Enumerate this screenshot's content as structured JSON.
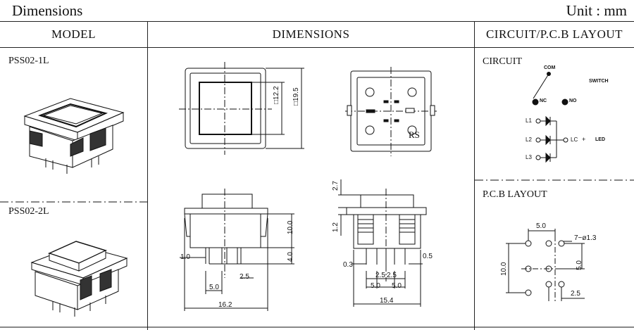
{
  "header": {
    "title": "Dimensions",
    "unit": "Unit : mm"
  },
  "columns": {
    "model": "MODEL",
    "dimensions": "DIMENSIONS",
    "layout": "CIRCUIT/P.C.B  LAYOUT"
  },
  "models": [
    {
      "name": "PSS02-1L"
    },
    {
      "name": "PSS02-2L"
    }
  ],
  "circuit": {
    "title": "CIRCUIT",
    "com": "COM",
    "switch": "SWITCH",
    "nc": "NC",
    "no": "NO",
    "l1": "L1",
    "l2": "L2",
    "l3": "L3",
    "lc": "LC",
    "plus": "+",
    "led": "LED"
  },
  "pcb": {
    "title": "P.C.B LAYOUT",
    "dim_5_0": "5.0",
    "hole": "7−ø1.3",
    "dim_10_0": "10.0",
    "dim_5_0_v": "5.0",
    "dim_2_5": "2.5"
  },
  "front_view": {
    "inner": "□12.2",
    "outer": "□19.5"
  },
  "back_view": {
    "code": "RS"
  },
  "side_view": {
    "d1_0": "1.0",
    "d10_0": "10.0",
    "d4_0": "4.0",
    "d2_5": "2.5",
    "d5_0": "5.0",
    "d16_2": "16.2"
  },
  "side_view2": {
    "d2_7": "2.7",
    "d1_2": "1.2",
    "d0_3": "0.3",
    "d0_5": "0.5",
    "d2_5a": "2.5",
    "d2_5b": "2.5",
    "d5_0a": "5.0",
    "d5_0b": "5.0",
    "d15_4": "15.4"
  }
}
